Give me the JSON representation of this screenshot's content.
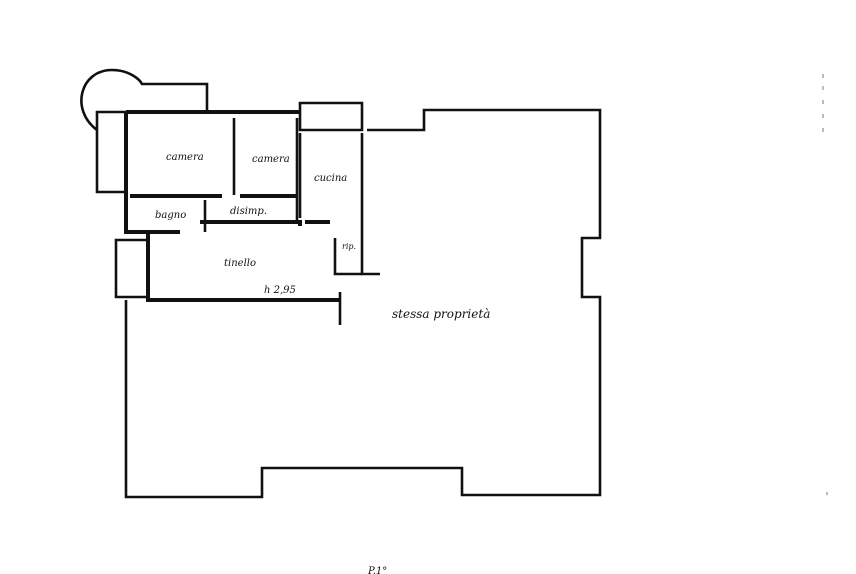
{
  "rooms": {
    "camera_1": "camera",
    "camera_2": "camera",
    "cucina": "cucina",
    "bagno": "bagno",
    "disimp": "disimp.",
    "tinello": "tinello",
    "rip": "rip.",
    "stessa_proprieta": "stessa proprietà"
  },
  "annotations": {
    "height": "h 2,95",
    "floor": "P.1°"
  },
  "colors": {
    "ink": "#111111",
    "paper": "#ffffff"
  }
}
